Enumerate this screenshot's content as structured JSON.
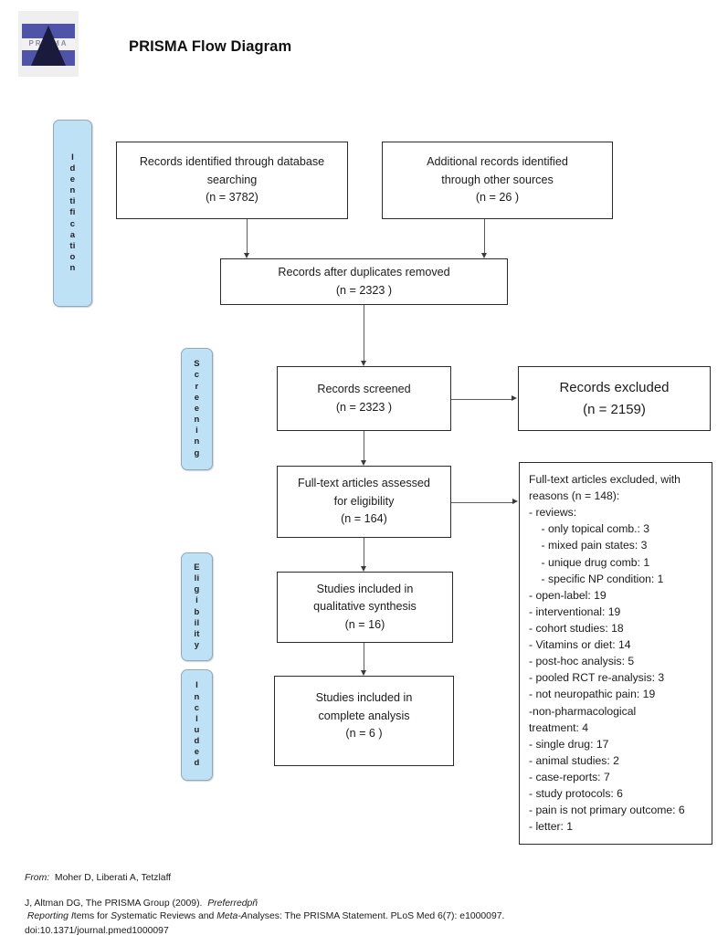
{
  "header": {
    "title": "PRISMA Flow Diagram",
    "logo_word": "PRISMA",
    "logo_name": "prisma-logo"
  },
  "stages": [
    {
      "id": "identification",
      "label": "Identification",
      "letters": [
        "I",
        "d",
        "e",
        "n",
        "ti",
        "fi",
        "c",
        "a",
        "ti",
        "o",
        "n"
      ]
    },
    {
      "id": "screening",
      "label": "Screening",
      "letters": [
        "S",
        "c",
        "r",
        "e",
        "e",
        "n",
        "i",
        "n",
        "g"
      ]
    },
    {
      "id": "eligibility",
      "label": "Eligibility",
      "letters": [
        "E",
        "li",
        "g",
        "i",
        "b",
        "il",
        "it",
        "y"
      ]
    },
    {
      "id": "included",
      "label": "Included",
      "letters": [
        "I",
        "n",
        "c",
        "l",
        "u",
        "d",
        "e",
        "d"
      ]
    }
  ],
  "boxes": {
    "db_search": {
      "name": "records-identified-database-box",
      "lines": [
        "Records identified through database",
        "searching",
        "(n = 3782)"
      ]
    },
    "other_sources": {
      "name": "additional-records-other-sources-box",
      "lines": [
        "Additional records identified",
        "through other sources",
        "(n = 26 )"
      ]
    },
    "duplicates_removed": {
      "name": "records-after-duplicates-removed-box",
      "lines": [
        "Records after duplicates removed",
        "(n = 2323  )"
      ]
    },
    "screened": {
      "name": "records-screened-box",
      "lines": [
        "Records screened",
        "(n = 2323 )"
      ]
    },
    "excluded": {
      "name": "records-excluded-box",
      "lines": [
        "Records excluded",
        "(n = 2159)"
      ]
    },
    "fulltext_assessed": {
      "name": "full-text-articles-assessed-box",
      "lines": [
        "Full-text articles assessed",
        "for eligibility",
        "(n = 164)"
      ]
    },
    "fulltext_excluded": {
      "name": "full-text-articles-excluded-box",
      "lines": [
        "Full-text articles excluded, with",
        "reasons (n = 148):",
        "- reviews:",
        "    - only topical comb.: 3",
        "    - mixed pain states: 3",
        "    - unique drug comb: 1",
        "    - specific NP condition: 1",
        "- open-label: 19",
        "- interventional: 19",
        "- cohort studies: 18",
        "- Vitamins or diet: 14",
        "- post-hoc analysis: 5",
        "- pooled RCT re-analysis: 3",
        "- not neuropathic pain: 19",
        "-non-pharmacological",
        "treatment: 4",
        "- single drug: 17",
        "- animal studies: 2",
        "- case-reports: 7",
        "- study protocols: 6",
        "- pain is not primary outcome: 6",
        "- letter: 1"
      ]
    },
    "qualitative": {
      "name": "studies-included-qualitative-box",
      "lines": [
        "Studies included in",
        "qualitative synthesis",
        "(n = 16)"
      ]
    },
    "complete": {
      "name": "studies-included-complete-box",
      "lines": [
        "Studies included in",
        "complete analysis",
        "(n =  6 )"
      ]
    }
  },
  "footer": {
    "line1_label": "From:",
    "line1_rest": "  Moher D, Liberati A, Tetzlaff",
    "line2a": "J, Altman DG, The PRISMA Group (2009).  ",
    "line2b": "Preferredpñ",
    "line3a": " Reporting ",
    "line3b": "I",
    "line3c": "tems for ",
    "line3d": "S",
    "line3e": "ystematic Reviews and ",
    "line3f": "Meta-A",
    "line3g": "nalyses: The PRISMA Statement. PLoS Med 6(7): e1000097.",
    "line4": "doi:10.1371/journal.pmed1000097"
  },
  "colors": {
    "stage_fill": "#bfe1f6",
    "stage_border": "#8fa9bb",
    "box_border": "#2b2b2b",
    "connector": "#5b5b5b",
    "logo_blue": "#4f54a8",
    "logo_dark": "#191a3c"
  }
}
